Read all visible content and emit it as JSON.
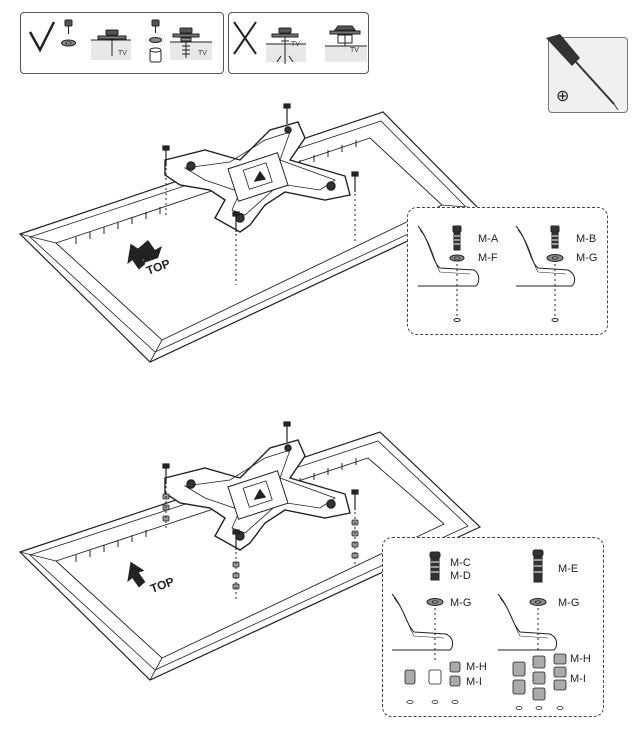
{
  "legend": {
    "check_icon": "check-icon",
    "cross_icon": "cross-icon",
    "tv_label": "TV"
  },
  "tool": {
    "icon": "screwdriver-icon",
    "symbol": "⊕"
  },
  "step1": {
    "top_label": "TOP",
    "detail": {
      "labels": [
        "M-A",
        "M-F",
        "M-B",
        "M-G"
      ]
    }
  },
  "step2": {
    "top_label": "TOP",
    "detail": {
      "left_labels": [
        "M-C",
        "M-D",
        "M-G",
        "M-H",
        "M-I"
      ],
      "right_labels": [
        "M-E",
        "M-G",
        "M-H",
        "M-I"
      ]
    }
  }
}
